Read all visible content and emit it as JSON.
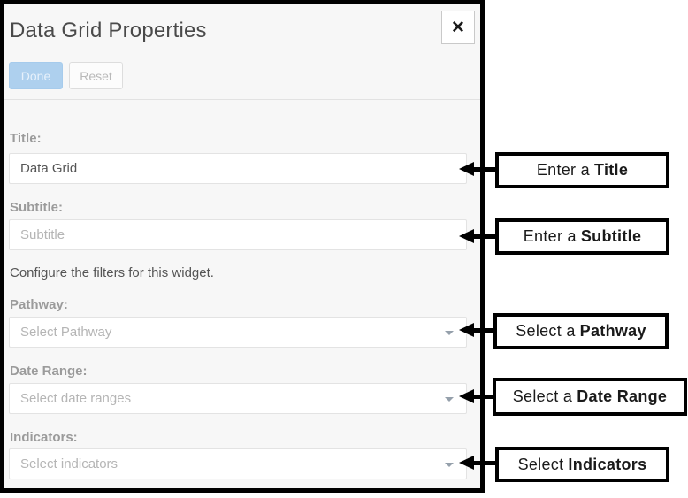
{
  "dialog": {
    "title": "Data Grid Properties",
    "close_icon": "✕",
    "buttons": {
      "done": "Done",
      "reset": "Reset"
    },
    "description": "Configure the filters for this widget.",
    "fields": {
      "title": {
        "label": "Title:",
        "value": "Data Grid",
        "placeholder": ""
      },
      "subtitle": {
        "label": "Subtitle:",
        "value": "",
        "placeholder": "Subtitle"
      },
      "pathway": {
        "label": "Pathway:",
        "placeholder": "Select Pathway"
      },
      "date_range": {
        "label": "Date Range:",
        "placeholder": "Select date ranges"
      },
      "indicators": {
        "label": "Indicators:",
        "placeholder": "Select indicators"
      }
    }
  },
  "callouts": {
    "title": {
      "prefix": "Enter a",
      "bold": "Title"
    },
    "subtitle": {
      "prefix": "Enter a",
      "bold": "Subtitle"
    },
    "pathway": {
      "prefix": "Select a",
      "bold": "Pathway"
    },
    "date_range": {
      "prefix": "Select a",
      "bold": "Date Range"
    },
    "indicators": {
      "prefix": "Select",
      "bold": "Indicators"
    }
  },
  "colors": {
    "panel_background": "#f7f7f7",
    "annotation_border": "#000000",
    "done_button_background": "#aed0ee",
    "placeholder_text": "#b5b5b5",
    "label_text": "#9b9b9b"
  }
}
